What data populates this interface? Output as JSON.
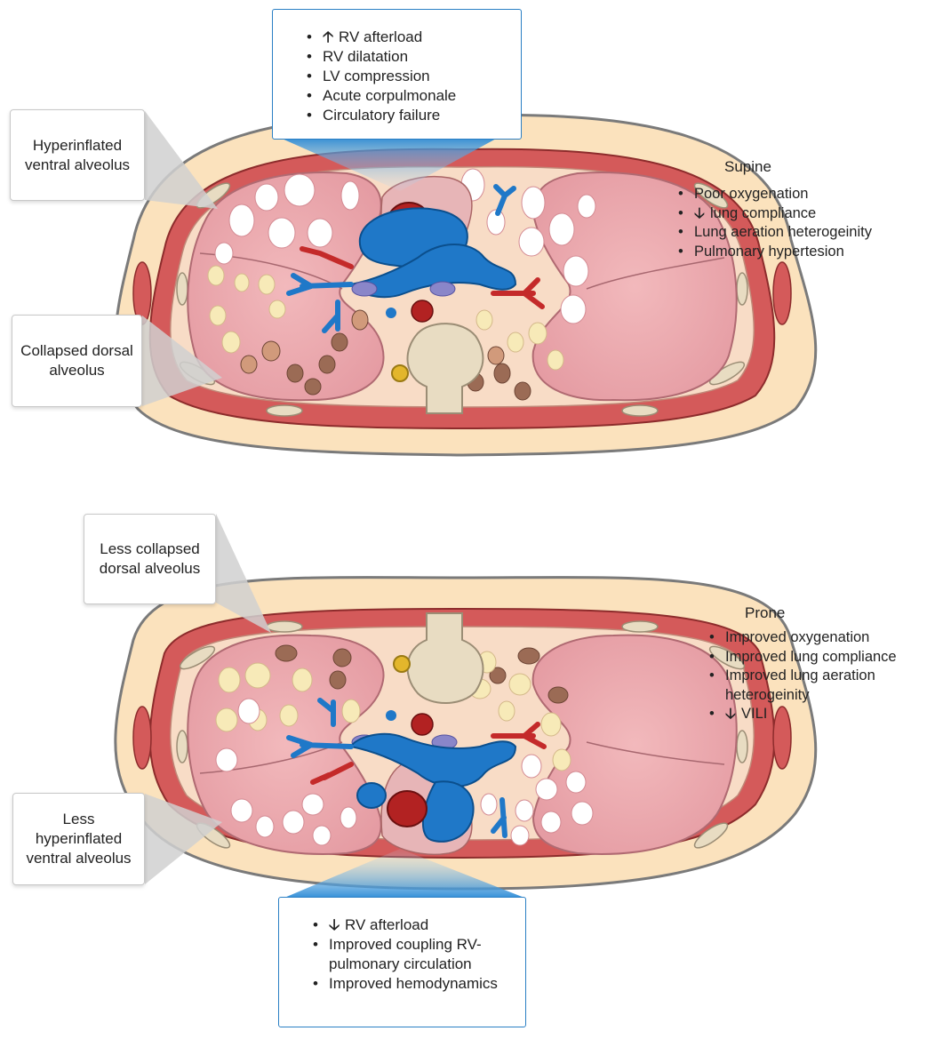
{
  "supine": {
    "title": "Supine",
    "bullets": [
      {
        "arrow": "",
        "text": "Poor oxygenation"
      },
      {
        "arrow": "down",
        "text": "lung compliance"
      },
      {
        "arrow": "",
        "text": "Lung aeration heterogeinity"
      },
      {
        "arrow": "",
        "text": "Pulmonary hypertesion"
      }
    ],
    "top_box": [
      {
        "arrow": "up",
        "text": "RV afterload"
      },
      {
        "arrow": "",
        "text": "RV dilatation"
      },
      {
        "arrow": "",
        "text": "LV compression"
      },
      {
        "arrow": "",
        "text": "Acute corpulmonale"
      },
      {
        "arrow": "",
        "text": "Circulatory failure"
      }
    ],
    "callout_upper": "Hyperinflated ventral alveolus",
    "callout_lower": "Collapsed dorsal alveolus"
  },
  "prone": {
    "title": "Prone",
    "bullets": [
      {
        "arrow": "",
        "text": "Improved oxygenation"
      },
      {
        "arrow": "",
        "text": "Improved lung compliance"
      },
      {
        "arrow": "",
        "text": "Improved lung aeration heterogeinity"
      },
      {
        "arrow": "down",
        "text": "VILI"
      }
    ],
    "bottom_box": [
      {
        "arrow": "down",
        "text": "RV afterload"
      },
      {
        "arrow": "",
        "text": "Improved coupling RV-pulmonary circulation"
      },
      {
        "arrow": "",
        "text": "Improved hemodynamics"
      }
    ],
    "callout_upper": "Less collapsed dorsal alveolus",
    "callout_lower": "Less hyperinflated ventral alveolus"
  },
  "colors": {
    "skin": "#fbe2bd",
    "muscle": "#cf5656",
    "lung": "#eaa5ab",
    "artery": "#c42a2a",
    "vein": "#1f78c8",
    "alveolus_open": "#ffffff",
    "alveolus_partial": "#f7eab8",
    "alveolus_collapsed": "#9b6b55",
    "box_border": "#2a7fc4"
  },
  "icons": [
    "up-arrow-icon",
    "down-arrow-icon"
  ]
}
